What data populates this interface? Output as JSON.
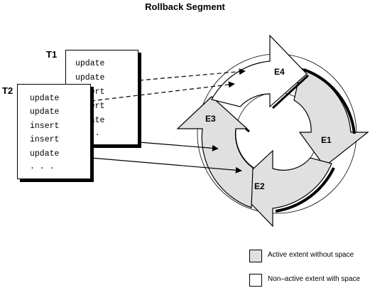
{
  "title": "Rollback Segment",
  "transactions": [
    {
      "label": "T1",
      "statements": [
        "update",
        "update",
        "insert",
        "insert",
        "update",
        ". . ."
      ]
    },
    {
      "label": "T2",
      "statements": [
        "update",
        "update",
        "insert",
        "insert",
        "update",
        ". . ."
      ]
    }
  ],
  "extents": [
    {
      "label": "E1",
      "state": "active"
    },
    {
      "label": "E2",
      "state": "active"
    },
    {
      "label": "E3",
      "state": "active"
    },
    {
      "label": "E4",
      "state": "non-active"
    }
  ],
  "legend": [
    {
      "label": "Active extent without space",
      "color": "#e0e0e0"
    },
    {
      "label": "Non–active extent with space",
      "color": "#ffffff"
    }
  ],
  "colors": {
    "active_fill": "#e0e0e0",
    "inactive_fill": "#ffffff",
    "stroke": "#000000"
  }
}
